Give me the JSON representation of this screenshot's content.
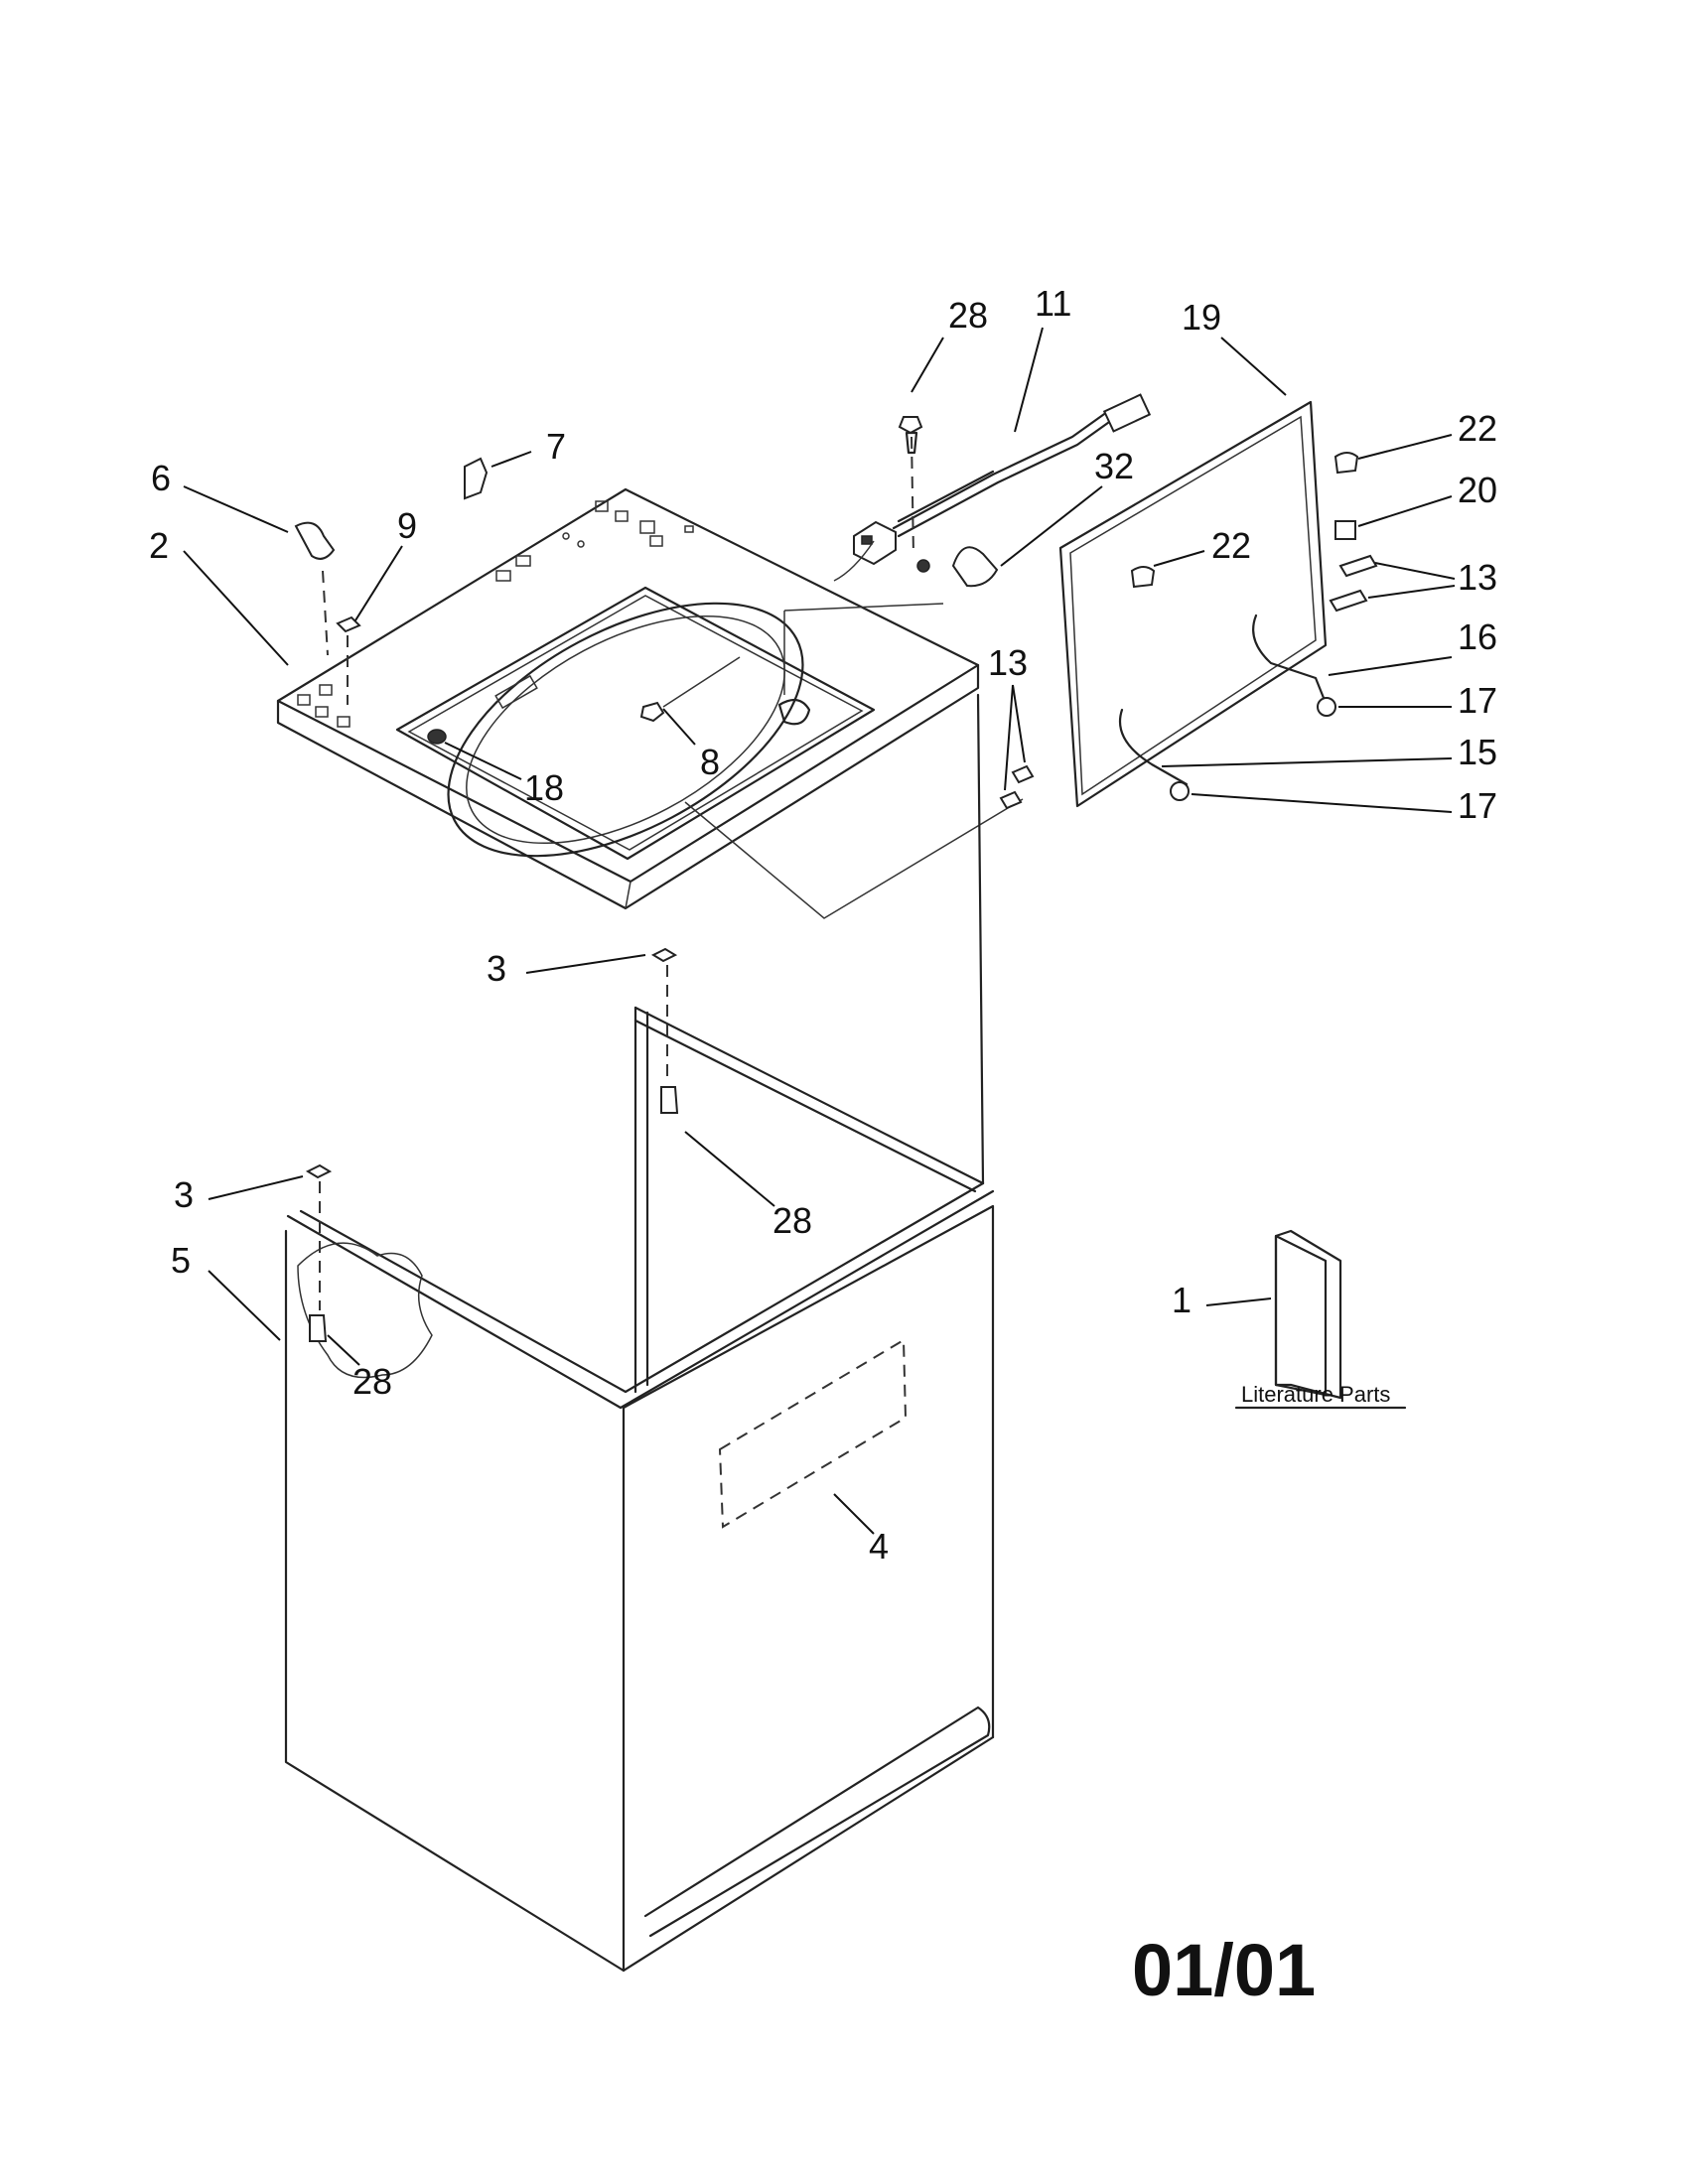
{
  "diagram": {
    "callouts": [
      {
        "id": "c28a",
        "text": "28"
      },
      {
        "id": "c11",
        "text": "11"
      },
      {
        "id": "c19",
        "text": "19"
      },
      {
        "id": "c22a",
        "text": "22"
      },
      {
        "id": "c20",
        "text": "20"
      },
      {
        "id": "c32",
        "text": "32"
      },
      {
        "id": "c22b",
        "text": "22"
      },
      {
        "id": "c13a",
        "text": "13"
      },
      {
        "id": "c16",
        "text": "16"
      },
      {
        "id": "c17a",
        "text": "17"
      },
      {
        "id": "c13b",
        "text": "13"
      },
      {
        "id": "c15",
        "text": "15"
      },
      {
        "id": "c17b",
        "text": "17"
      },
      {
        "id": "c7",
        "text": "7"
      },
      {
        "id": "c6",
        "text": "6"
      },
      {
        "id": "c9",
        "text": "9"
      },
      {
        "id": "c2",
        "text": "2"
      },
      {
        "id": "c8",
        "text": "8"
      },
      {
        "id": "c18",
        "text": "18"
      },
      {
        "id": "c3a",
        "text": "3"
      },
      {
        "id": "c28b",
        "text": "28"
      },
      {
        "id": "c3b",
        "text": "3"
      },
      {
        "id": "c5",
        "text": "5"
      },
      {
        "id": "c28c",
        "text": "28"
      },
      {
        "id": "c4",
        "text": "4"
      },
      {
        "id": "c1",
        "text": "1"
      }
    ],
    "literature_label": "Literature Parts",
    "page_code": "01/01"
  }
}
